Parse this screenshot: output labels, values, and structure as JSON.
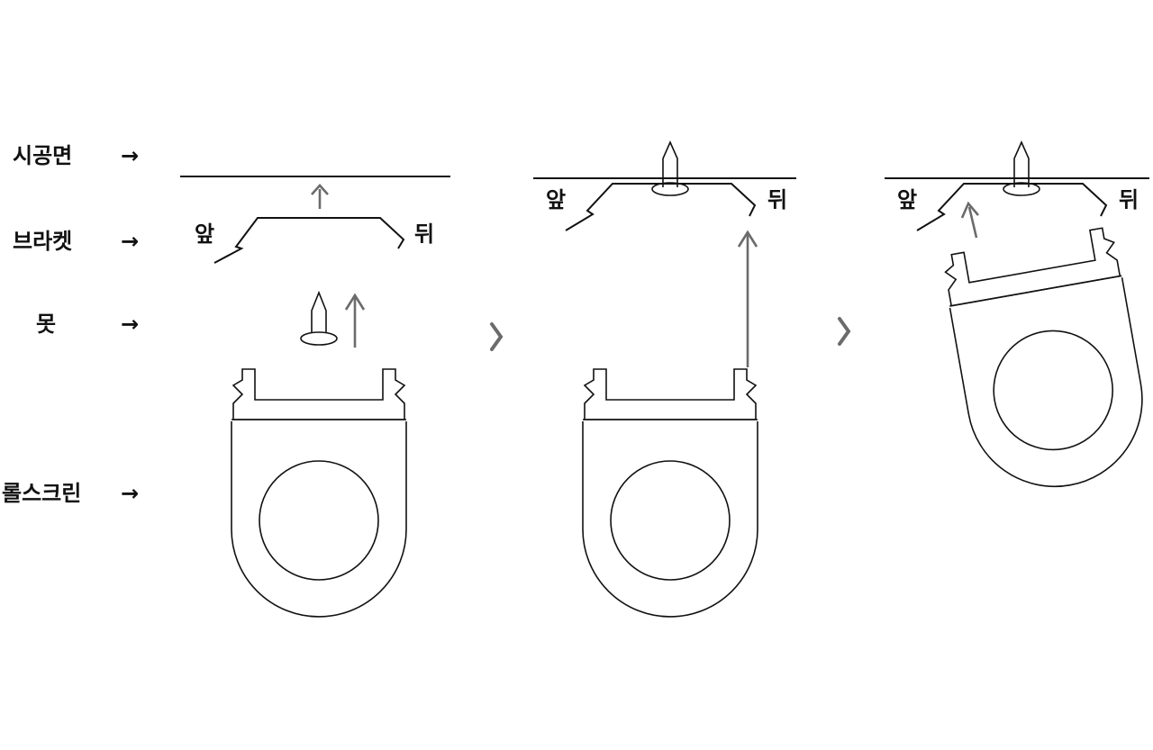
{
  "labels": {
    "surface": "시공면",
    "bracket": "브라켓",
    "screw": "못",
    "roll_screen": "롤스크린",
    "arrow": "→"
  },
  "side_labels": {
    "front": "앞",
    "back": "뒤"
  },
  "step_separator": "›",
  "colors": {
    "line": "#111111",
    "arrow_gray": "#6b6b6b"
  }
}
